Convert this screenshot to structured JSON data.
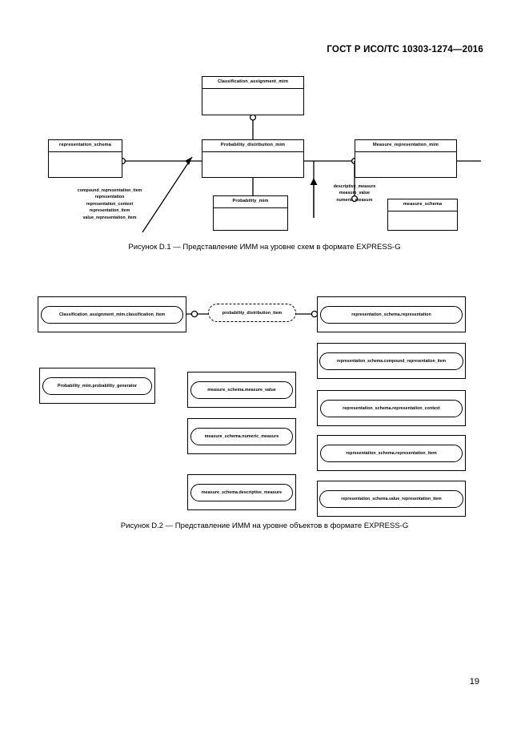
{
  "document": {
    "header": "ГОСТ Р ИСО/ТС 10303-1274—2016",
    "page_number": "19"
  },
  "figure_d1": {
    "caption": "Рисунок D.1 — Представление ИММ на уровне схем в формате EXPRESS-G",
    "boxes": [
      {
        "id": "classification_assignment_mim",
        "label": "Classification_assignment_mim"
      },
      {
        "id": "representation_schema",
        "label": "representation_schema"
      },
      {
        "id": "probability_distribution_mim",
        "label": "Probability_distribution_mim"
      },
      {
        "id": "measure_representation_mim",
        "label": "Measure_representation_mim"
      },
      {
        "id": "probability_mim",
        "label": "Probability_mim"
      },
      {
        "id": "measure_schema",
        "label": "measure_schema"
      }
    ],
    "representation_attributes": [
      "compound_representation_item",
      "representation",
      "representation_context",
      "representation_item",
      "value_representation_item"
    ],
    "measure_attributes": [
      "descriptive_measure",
      "measure_value",
      "numeric_measure"
    ]
  },
  "figure_d2": {
    "caption": "Рисунок D.2 — Представление ИММ на уровне объектов в формате EXPRESS-G",
    "entities": [
      {
        "id": "classification-item",
        "label": "Classification_assignment_mim.classification_item",
        "style": "solid"
      },
      {
        "id": "probability-distribution-item",
        "label": "probability_distribution_item",
        "style": "dashed"
      },
      {
        "id": "representation",
        "label": "representation_schema.representation",
        "style": "solid"
      },
      {
        "id": "compound-representation-item",
        "label": "representation_schema.compound_representation_item",
        "style": "solid"
      },
      {
        "id": "probability-generator",
        "label": "Probability_mim.probability_generator",
        "style": "solid"
      },
      {
        "id": "measure-value",
        "label": "measure_schema.measure_value",
        "style": "solid"
      },
      {
        "id": "representation-context",
        "label": "representation_schema.representation_context",
        "style": "solid"
      },
      {
        "id": "numeric-measure",
        "label": "measure_schema.numeric_measure",
        "style": "solid"
      },
      {
        "id": "representation-item",
        "label": "representation_schema.representation_item",
        "style": "solid"
      },
      {
        "id": "descriptive-measure",
        "label": "measure_schema.descriptive_measure",
        "style": "solid"
      },
      {
        "id": "value-representation-item",
        "label": "representation_schema.value_representation_item",
        "style": "solid"
      }
    ]
  }
}
